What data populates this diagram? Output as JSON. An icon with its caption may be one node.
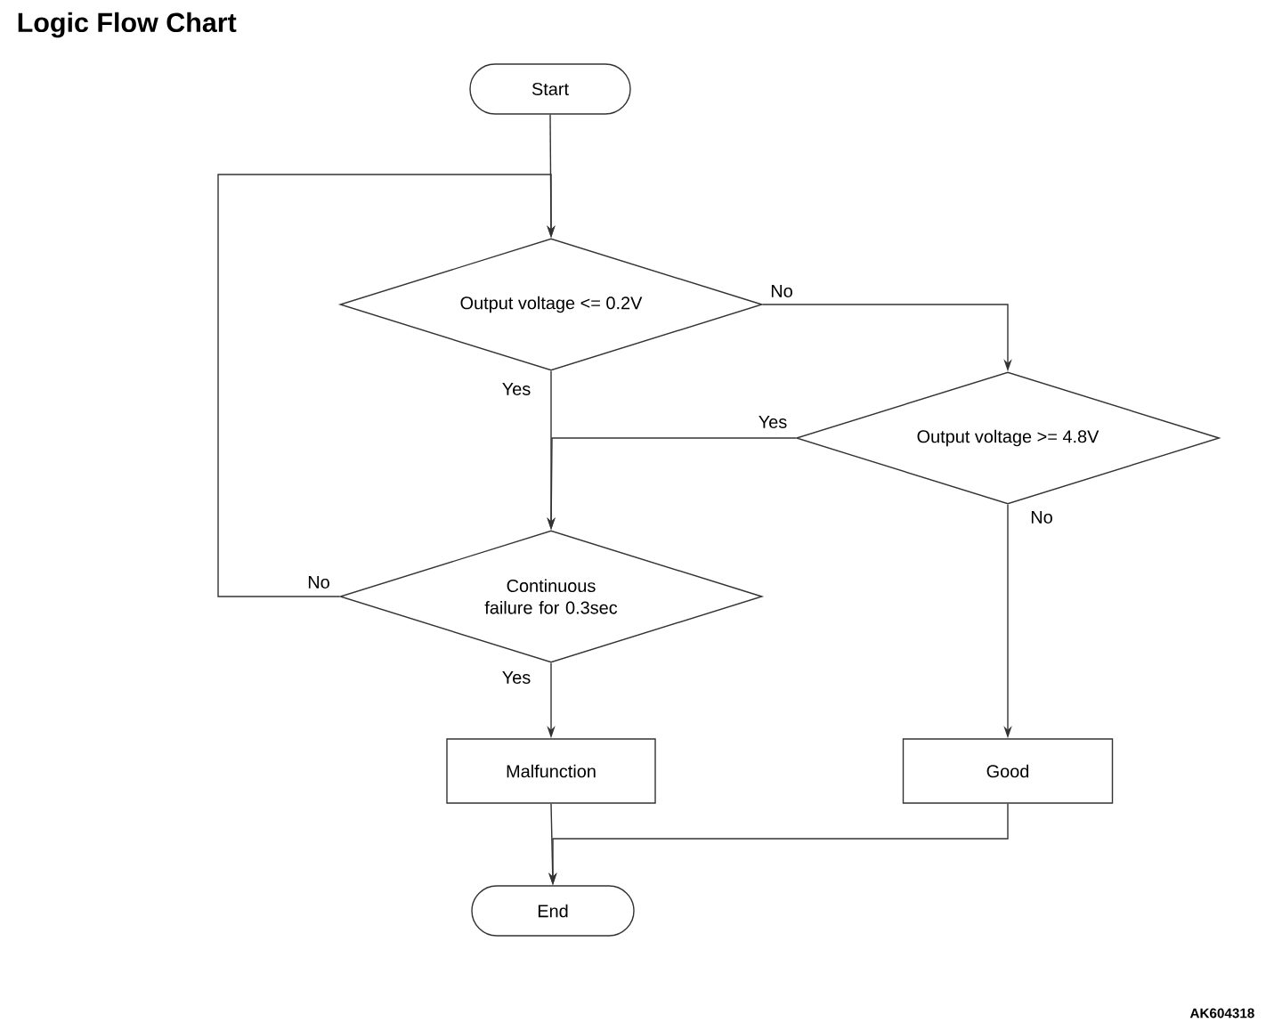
{
  "diagram": {
    "title": "Logic Flow Chart",
    "nodes": [
      {
        "text": [
          "Start"
        ]
      },
      {
        "text": [
          "Output voltage <= 0.2V"
        ]
      },
      {
        "text": [
          "Output voltage >= 4.8V"
        ]
      },
      {
        "text": [
          "Continuous failure for 0.3sec"
        ]
      },
      {
        "text": [
          "Malfunction"
        ]
      },
      {
        "text": [
          "Good"
        ]
      },
      {
        "text": [
          "End"
        ]
      }
    ],
    "edges": [
      {
        "from": 0,
        "to": 1,
        "arrow": "to"
      },
      {
        "from": 1,
        "to": 2,
        "arrow": "to",
        "label": "No"
      },
      {
        "from": 1,
        "to": 3,
        "arrow": "to",
        "label": "Yes"
      },
      {
        "from": 2,
        "to": 3,
        "arrow": "to",
        "label": "Yes"
      },
      {
        "from": 2,
        "to": 5,
        "arrow": "to",
        "label": "No"
      },
      {
        "from": 3,
        "to": 4,
        "arrow": "to",
        "label": "Yes"
      },
      {
        "from": 3,
        "to": 1,
        "arrow": "to",
        "label": "No"
      },
      {
        "from": 4,
        "to": 6,
        "arrow": "to"
      },
      {
        "from": 5,
        "to": 6,
        "arrow": "to"
      }
    ],
    "labels": [
      "AK604318"
    ]
  }
}
